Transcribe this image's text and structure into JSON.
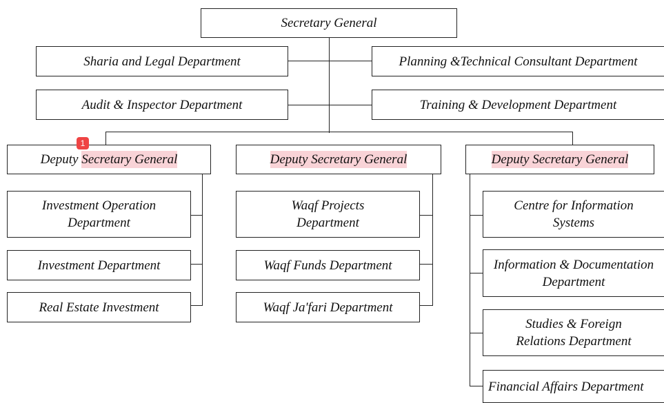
{
  "top": {
    "label": "Secretary General"
  },
  "staff": {
    "left": [
      "Sharia and Legal Department",
      "Audit & Inspector Department"
    ],
    "right": [
      "Planning &Technical Consultant Department",
      "Training & Development Department"
    ]
  },
  "deputies": [
    {
      "prefix": "Deputy ",
      "highlight": "Secretary General",
      "departments": [
        "Investment Operation Department",
        "Investment Department",
        "Real Estate Investment"
      ]
    },
    {
      "prefix": "",
      "highlight": "Deputy Secretary General",
      "departments": [
        "Waqf Projects Department",
        "Waqf Funds Department",
        "Waqf Ja'fari Department"
      ]
    },
    {
      "prefix": "",
      "highlight": "Deputy Secretary General",
      "departments": [
        "Centre for Information Systems",
        "Information & Documentation Department",
        "Studies & Foreign Relations Department",
        "Financial Affairs Department"
      ]
    }
  ],
  "annotation": {
    "badge": "1"
  }
}
